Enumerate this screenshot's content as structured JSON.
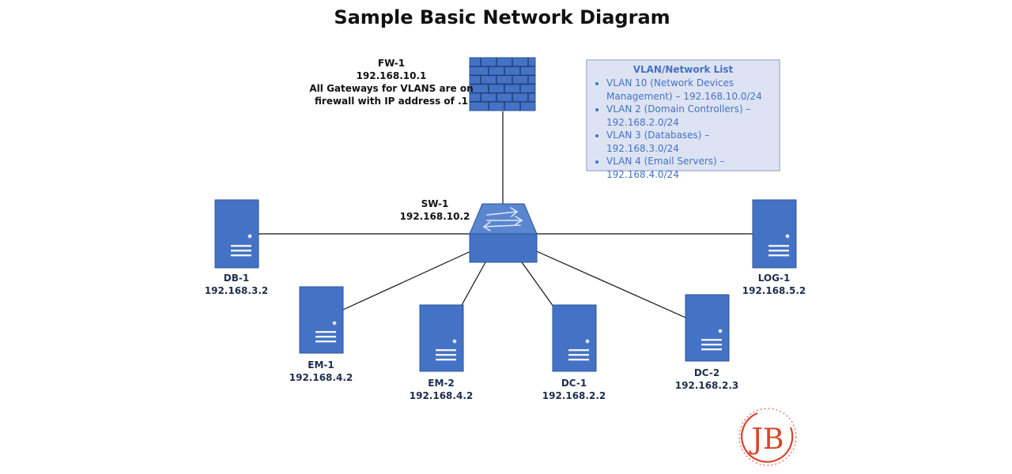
{
  "title": "Sample Basic Network Diagram",
  "firewall": {
    "name": "FW-1",
    "ip": "192.168.10.1",
    "note_line1": "All Gateways for VLANS are on",
    "note_line2": "firewall with IP address of .1"
  },
  "switch": {
    "name": "SW-1",
    "ip": "192.168.10.2"
  },
  "servers": [
    {
      "name": "DB-1",
      "ip": "192.168.3.2"
    },
    {
      "name": "EM-1",
      "ip": "192.168.4.2"
    },
    {
      "name": "EM-2",
      "ip": "192.168.4.2"
    },
    {
      "name": "DC-1",
      "ip": "192.168.2.2"
    },
    {
      "name": "DC-2",
      "ip": "192.168.2.3"
    },
    {
      "name": "LOG-1",
      "ip": "192.168.5.2"
    }
  ],
  "vlan_list": {
    "heading": "VLAN/Network List",
    "items": [
      "VLAN 10 (Network Devices Management) – 192.168.10.0/24",
      "VLAN 2 (Domain Controllers) – 192.168.2.0/24",
      "VLAN 3 (Databases) – 192.168.3.0/24",
      "VLAN 4 (Email Servers) – 192.168.4.0/24"
    ]
  },
  "logo": {
    "letters": "JB"
  },
  "colors": {
    "device_fill": "#4472c4",
    "device_edge": "#2f5597",
    "label_text": "#1f2d4d",
    "vlan_box_fill": "#dde3f2",
    "vlan_text": "#4472c4",
    "logo_red": "#d9442c"
  }
}
